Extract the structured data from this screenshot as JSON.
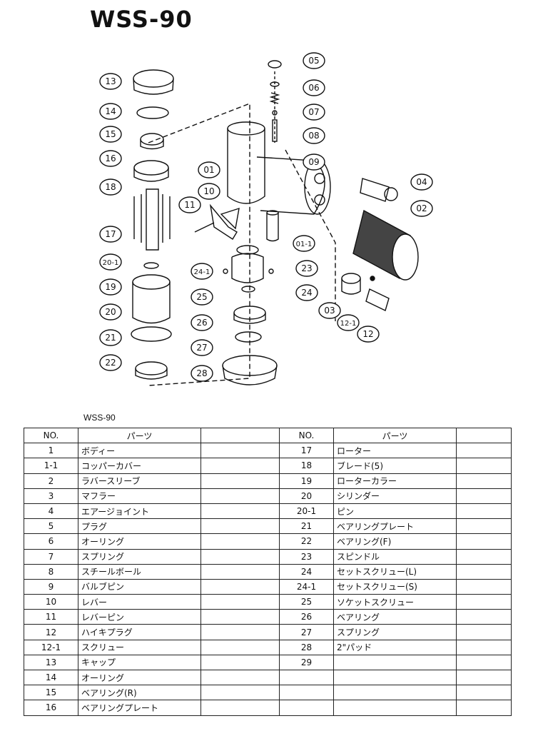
{
  "title": "WSS-90",
  "diagram": {
    "callouts": [
      "05",
      "06",
      "07",
      "08",
      "09",
      "04",
      "02",
      "01",
      "10",
      "11",
      "01-1",
      "13",
      "14",
      "15",
      "16",
      "18",
      "17",
      "20-1",
      "19",
      "20",
      "21",
      "22",
      "24-1",
      "23",
      "25",
      "24",
      "26",
      "27",
      "28",
      "03",
      "12-1",
      "12"
    ]
  },
  "table": {
    "subtitle": "WSS-90",
    "headers": {
      "no": "NO.",
      "name": "パーツ"
    },
    "left_rows": [
      {
        "no": "1",
        "name": "ボディー"
      },
      {
        "no": "1-1",
        "name": "コッパーカバー"
      },
      {
        "no": "2",
        "name": "ラバースリーブ"
      },
      {
        "no": "3",
        "name": "マフラー"
      },
      {
        "no": "4",
        "name": "エアージョイント"
      },
      {
        "no": "5",
        "name": "プラグ"
      },
      {
        "no": "6",
        "name": "オーリング"
      },
      {
        "no": "7",
        "name": "スプリング"
      },
      {
        "no": "8",
        "name": "スチールボール"
      },
      {
        "no": "9",
        "name": "バルブピン"
      },
      {
        "no": "10",
        "name": "レバー"
      },
      {
        "no": "11",
        "name": "レバーピン"
      },
      {
        "no": "12",
        "name": "ハイキプラグ"
      },
      {
        "no": "12-1",
        "name": "スクリュー"
      },
      {
        "no": "13",
        "name": "キャップ"
      },
      {
        "no": "14",
        "name": "オーリング"
      },
      {
        "no": "15",
        "name": "ベアリング(R)"
      },
      {
        "no": "16",
        "name": "ベアリングプレート"
      }
    ],
    "right_rows": [
      {
        "no": "17",
        "name": "ローター"
      },
      {
        "no": "18",
        "name": "ブレード(5)"
      },
      {
        "no": "19",
        "name": "ローターカラー"
      },
      {
        "no": "20",
        "name": "シリンダー"
      },
      {
        "no": "20-1",
        "name": "ピン"
      },
      {
        "no": "21",
        "name": "ベアリングプレート"
      },
      {
        "no": "22",
        "name": "ベアリング(F)"
      },
      {
        "no": "23",
        "name": "スピンドル"
      },
      {
        "no": "24",
        "name": "セットスクリュー(L)"
      },
      {
        "no": "24-1",
        "name": "セットスクリュー(S)"
      },
      {
        "no": "25",
        "name": "ソケットスクリュー"
      },
      {
        "no": "26",
        "name": "ベアリング"
      },
      {
        "no": "27",
        "name": "スプリング"
      },
      {
        "no": "28",
        "name": "2\"パッド"
      },
      {
        "no": "29",
        "name": ""
      },
      {
        "no": "",
        "name": ""
      },
      {
        "no": "",
        "name": ""
      },
      {
        "no": "",
        "name": ""
      }
    ]
  }
}
